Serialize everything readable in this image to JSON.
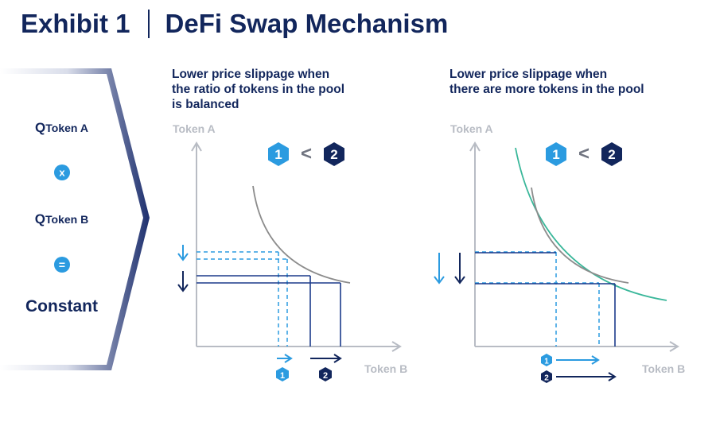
{
  "header": {
    "exhibit": "Exhibit 1",
    "title": "DeFi Swap Mechanism"
  },
  "formula": {
    "q": "Q",
    "token_a": "Token A",
    "times": "x",
    "token_b": "Token B",
    "equals": "=",
    "constant": "Constant"
  },
  "panels": [
    {
      "title_lines": [
        "Lower price slippage when",
        "the ratio of tokens in the pool",
        "is balanced"
      ],
      "y_axis_label": "Token A",
      "x_axis_label": "Token B",
      "badge_1": "1",
      "less_than": "<",
      "badge_2": "2"
    },
    {
      "title_lines": [
        "Lower price slippage when",
        "there are more tokens in the pool"
      ],
      "y_axis_label": "Token A",
      "x_axis_label": "Token B",
      "badge_1": "1",
      "less_than": "<",
      "badge_2": "2"
    }
  ],
  "colors": {
    "navy": "#12265c",
    "light_blue": "#2b9be0",
    "dark_blue": "#1b3a8a",
    "curve_gray": "#8c8c8c",
    "curve_green": "#3ab79a",
    "axis_gray": "#b8bcc4"
  }
}
